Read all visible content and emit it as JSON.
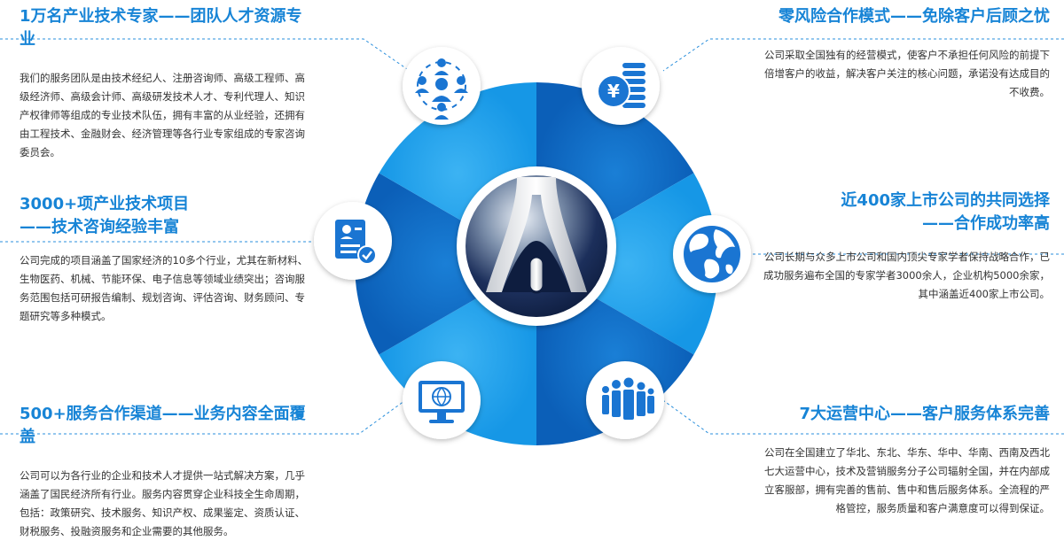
{
  "colors": {
    "accent": "#1784d6",
    "wheel_light": "#1ba0ec",
    "wheel_dark": "#0e6bc6",
    "icon": "#1a75d2"
  },
  "sections": {
    "top_left": {
      "title": "1万名产业技术专家——团队人才资源专业",
      "body": "我们的服务团队是由技术经纪人、注册咨询师、高级工程师、高级经济师、高级会计师、高级研发技术人才、专利代理人、知识产权律师等组成的专业技术队伍，拥有丰富的从业经验，还拥有由工程技术、金融财会、经济管理等各行业专家组成的专家咨询委员会。",
      "icon": "team-network-icon"
    },
    "mid_left": {
      "title_line1": "3000+项产业技术项目",
      "title_line2": "——技术咨询经验丰富",
      "body": "公司完成的项目涵盖了国家经济的10多个行业，尤其在新材料、生物医药、机械、节能环保、电子信息等领域业绩突出；咨询服务范围包括可研报告编制、规划咨询、评估咨询、财务顾问、专题研究等多种模式。",
      "icon": "resume-check-icon"
    },
    "bottom_left": {
      "title": "500+服务合作渠道——业务内容全面覆盖",
      "body": "公司可以为各行业的企业和技术人才提供一站式解决方案，几乎涵盖了国民经济所有行业。服务内容贯穿企业科技全生命周期，包括：政策研究、技术服务、知识产权、成果鉴定、资质认证、财税服务、投融资服务和企业需要的其他服务。",
      "icon": "monitor-globe-icon"
    },
    "top_right": {
      "title": "零风险合作模式——免除客户后顾之忧",
      "body": "公司采取全国独有的经营模式，使客户不承担任何风险的前提下倍增客户的收益，解决客户关注的核心问题，承诺没有达成目的不收费。",
      "icon": "yuan-coins-icon"
    },
    "mid_right": {
      "title_line1": "近400家上市公司的共同选择",
      "title_line2": "——合作成功率高",
      "body": "公司长期与众多上市公司和国内顶尖专家学者保持战略合作，已成功服务遍布全国的专家学者3000余人，企业机构5000余家，其中涵盖近400家上市公司。",
      "icon": "globe-icon"
    },
    "bottom_right": {
      "title": "7大运营中心——客户服务体系完善",
      "body": "公司在全国建立了华北、东北、华东、华中、华南、西南及西北七大运营中心，技术及营销服务分子公司辐射全国，并在内部成立客服部，拥有完善的售前、售中和售后服务体系。全流程的严格管控，服务质量和客户满意度可以得到保证。",
      "icon": "people-group-icon"
    }
  },
  "center_logo": "company-logo"
}
